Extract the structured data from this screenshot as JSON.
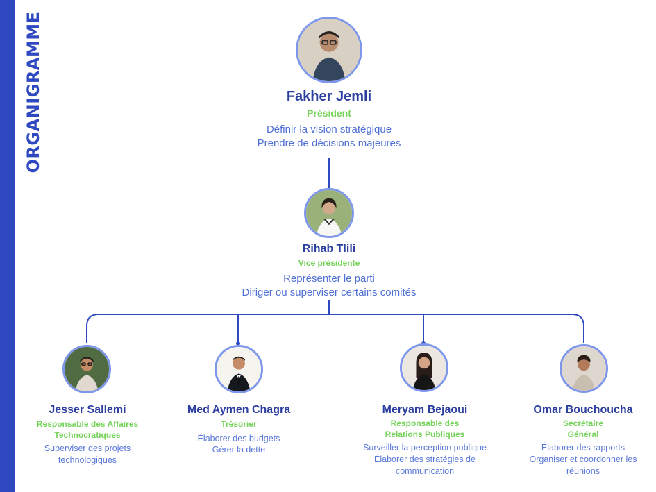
{
  "title": "ORGANIGRAMME",
  "colors": {
    "accent": "#2f49c0",
    "name": "#2d3f9f",
    "role": "#75d25a",
    "text": "#4e6fd6",
    "avatar_ring": "#7f97eb",
    "connector": "#2f49c0"
  },
  "nodes": {
    "president": {
      "name": "Fakher Jemli",
      "role": "Président",
      "lines": [
        "Définir la vision stratégique",
        "Prendre de décisions majeures"
      ],
      "avatar_icon": "person-photo-icon"
    },
    "vice_president": {
      "name": "Rihab Tlili",
      "role": "Vice présidente",
      "lines": [
        "Représenter le parti",
        "Diriger ou superviser certains comités"
      ],
      "avatar_icon": "person-photo-icon"
    },
    "techno": {
      "name": "Jesser Sallemi",
      "role_lines": [
        "Responsable des Affaires",
        "Technocratiques"
      ],
      "lines": [
        "Superviser des projets",
        "technologiques"
      ],
      "avatar_icon": "person-photo-icon"
    },
    "tresorier": {
      "name": "Med Aymen Chagra",
      "role_lines": [
        "Trésorier"
      ],
      "lines": [
        "Élaborer des budgets",
        "Gérer la dette"
      ],
      "avatar_icon": "person-photo-icon"
    },
    "relations": {
      "name": "Meryam Bejaoui",
      "role_lines": [
        "Responsable des",
        "Relations Publiques"
      ],
      "lines": [
        "Surveiller la perception publique",
        "Élaborer des stratégies de",
        "communication"
      ],
      "avatar_icon": "person-photo-icon"
    },
    "secretaire": {
      "name": "Omar Bouchoucha",
      "role_lines": [
        "Secrétaire",
        "Général"
      ],
      "lines": [
        "Élaborer des rapports",
        "Organiser et coordonner les",
        "réunions"
      ],
      "avatar_icon": "person-photo-icon"
    }
  }
}
